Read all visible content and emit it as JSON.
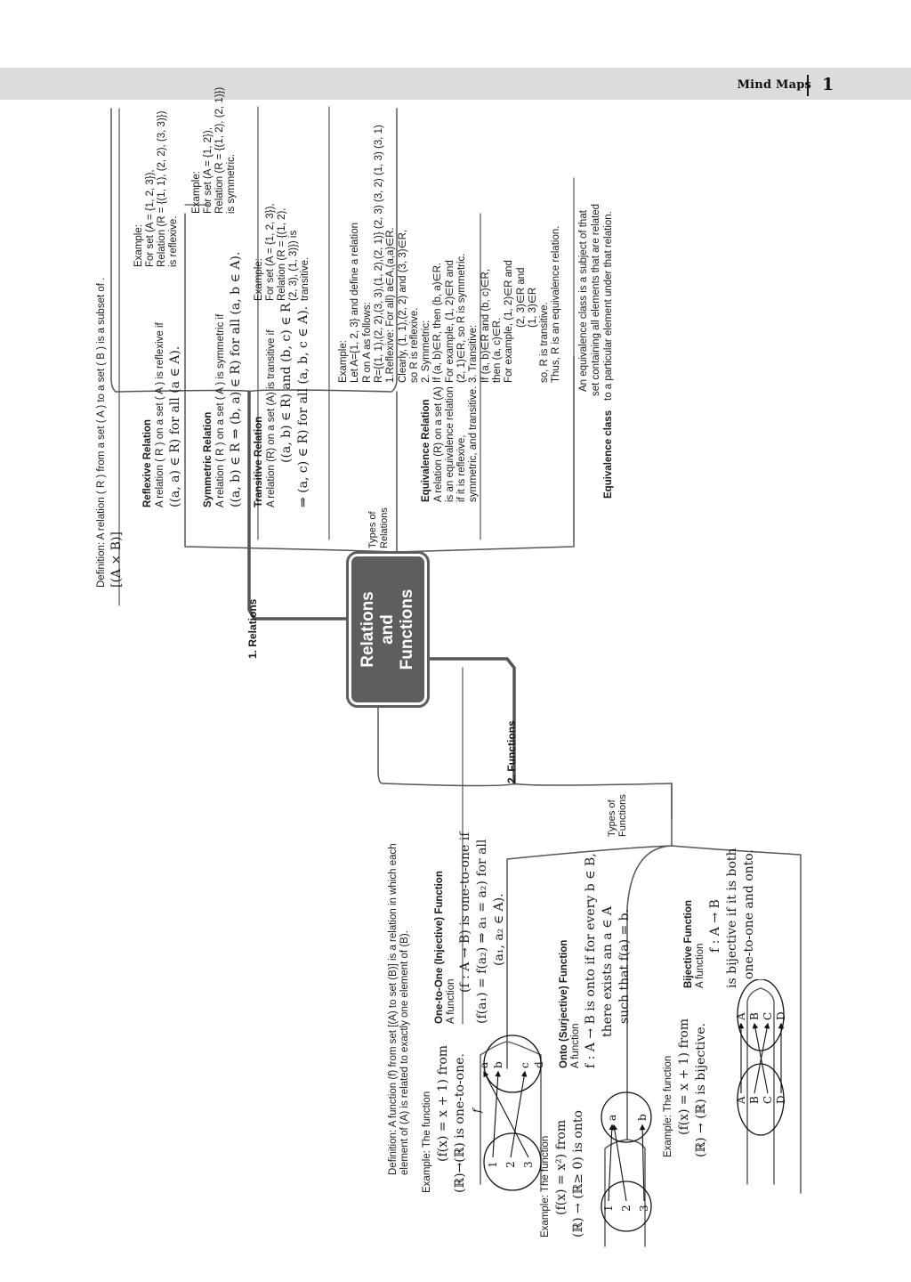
{
  "header": {
    "title": "Mind Maps",
    "page_number": "1"
  },
  "center": {
    "line1": "Relations",
    "line2": "and",
    "line3": "Functions"
  },
  "relations": {
    "label": "1. Relations",
    "definition_line1": "Definition: A relation ( R ) from a set ( A ) to a set ( B ) is a subset of .",
    "definition_line2": "[(A × B)]",
    "types_label_1": "Types of",
    "types_label_2": "Relations",
    "reflexive": {
      "title": "Reflexive Relation",
      "desc": "A relation ( R ) on a set ( A ) is reflexive if",
      "formula": "((a, a) ∈ R) for all (a ∈ A).",
      "example": [
        "Example:",
        "For set (A = {1, 2, 3}),",
        "Relation (R = {(1, 1), (2, 2), (3, 3)})",
        "is reflexive."
      ]
    },
    "symmetric": {
      "title": "Symmetric Relation",
      "desc": "A relation ( R ) on a set ( A ) is symmetric if",
      "formula": "((a, b) ∈ R ⇒ (b, a) ∈ R) for all (a, b ∈ A).",
      "example": [
        "Example:",
        "For set (A = {1, 2}),",
        "Relation (R = {(1, 2), (2, 1)})",
        "is symmetric."
      ]
    },
    "transitive": {
      "title": "Transitive Relation",
      "desc": "A relation (R) on a set (A) is transitive if",
      "formula1": "((a, b) ∈ R) and (b, c) ∈ R",
      "formula2": "⇒ (a, c) ∈ R)  for all (a, b, c ∈ A).",
      "example": [
        "Example:",
        "For set (A = {1, 2, 3}),",
        "Relation (R = {(1, 2),",
        "(2, 3), (1, 3)}) is",
        "transitive."
      ]
    },
    "equivalence": {
      "title": "Equivalence Relation",
      "desc": [
        "A relation (R) on a set (A)",
        "is an equivalence relation",
        "if it is reflexive,",
        "symmetric, and transitive."
      ],
      "example": [
        "Example:",
        "Let A={1, 2, 3} and define a relation",
        "R on A as follows:",
        "R={(1, 1),(2, 2),(3, 3),(1, 2),(2, 1)} (2, 3) (3, 2) (1, 3) (3, 1)",
        "1.Reflexive: For all)  a∈A,(a,a)∈R.",
        "Clearly, (1, 1),(2, 2) and (3, 3)∈R,",
        "so R is reflexive.",
        "2. Symmetric:",
        "If (a, b)∈R, then (b, a)∈R.",
        "For example, (1, 2)∈R and",
        "(2, 1)∈R, so R is symmetric.",
        "3. Transitive:",
        "If (a, b)∈R and (b, c)∈R,",
        "then (a, c)∈R.",
        "For example, (1, 2)∈R and",
        "(2, 3)∈R and",
        "(1, 3)∈R",
        "so, R is transitive.",
        "Thus, R is an equivalence relation."
      ]
    },
    "equivalence_class": {
      "title": "Equivalence class",
      "desc": [
        "An equivalence class is a subject of that",
        "set containing all elements that are related",
        "to a particular element under that relation."
      ]
    }
  },
  "functions": {
    "label": "2. Functions",
    "definition_line1": "Definition: A function (f) from set [(A) to set (B)] is a relation in which each",
    "definition_line2": "element of (A) is related to exactly one element of (B).",
    "types_label_1": "Types of",
    "types_label_2": "Functions",
    "injective": {
      "title": "One-to-One (Injective) Function",
      "desc": "A function",
      "formula1": "(f : A → B) is one-to-one if",
      "formula2": "(f(a₁) = f(a₂) ⇒ a₁ = a₂) for all",
      "formula3": "(a₁, a₂ ∈ A).",
      "example": [
        "Example: The function",
        "(f(x) = x + 1) from",
        "(ℝ)→(ℝ) is one-to-one."
      ],
      "diagram": {
        "label": "f",
        "domain": [
          "1",
          "2",
          "3"
        ],
        "codomain": [
          "a",
          "b",
          "c",
          "d"
        ]
      }
    },
    "surjective": {
      "title": "Onto (Surjective) Function",
      "desc": "A function",
      "formula1": "f : A → B is onto if for every b ∈ B,",
      "formula2": "there exists an a ∈ A",
      "formula3": "such that f(a) = b.",
      "example": [
        "Example: The function",
        "(f(x) = x²) from",
        "(ℝ) → (ℝ≥ 0) is onto"
      ],
      "diagram": {
        "domain": [
          "1",
          "2",
          "3"
        ],
        "codomain": [
          "a",
          "b"
        ]
      }
    },
    "bijective": {
      "title": "Bijective Function",
      "desc": "A function",
      "formula1": "f : A → B",
      "formula2": "is bijective if it is both",
      "formula3": "one-to-one and onto.",
      "example": [
        "Example: The function",
        "(f(x) = x + 1) from",
        "(ℝ) → (ℝ) is bijective."
      ],
      "diagram": {
        "domain": [
          "A",
          "B",
          "C",
          "D"
        ],
        "codomain": [
          "A",
          "B",
          "C",
          "D"
        ]
      }
    }
  }
}
